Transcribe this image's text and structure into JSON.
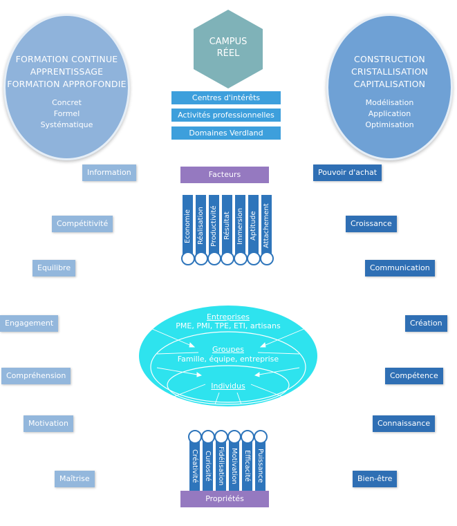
{
  "left_circle": {
    "lines": [
      "FORMATION CONTINUE",
      "APPRENTISSAGE",
      "FORMATION APPROFONDIE"
    ],
    "sub": [
      "Concret",
      "Formel",
      "Systématique"
    ]
  },
  "right_circle": {
    "lines": [
      "CONSTRUCTION",
      "CRISTALLISATION",
      "CAPITALISATION"
    ],
    "sub": [
      "Modélisation",
      "Application",
      "Optimisation"
    ]
  },
  "campus": {
    "line1": "CAMPUS",
    "line2": "RÉEL"
  },
  "center_bars": [
    "Centres d'intérêts",
    "Activités professionnelles",
    "Domaines Verdland"
  ],
  "facteurs": {
    "label": "Facteurs",
    "items": [
      "Economie",
      "Réalisation",
      "Productivité",
      "Résultat",
      "Immersion",
      "Aptitude",
      "Attachement"
    ]
  },
  "proprietes": {
    "label": "Propriétés",
    "items": [
      "Créativité",
      "Curiosité",
      "Fidélisation",
      "Motivation",
      "Efficacité",
      "Puissance"
    ]
  },
  "ellipse": {
    "outer_title": "Entreprises",
    "outer_sub": "PME, PMI, TPE, ETI, artisans",
    "middle_title": "Groupes",
    "middle_sub": "Famille, équipe, entreprise",
    "inner_title": "Individus"
  },
  "left_tags": [
    "Information",
    "Compétitivité",
    "Equilibre",
    "Engagement",
    "Compréhension",
    "Motivation",
    "Maîtrise"
  ],
  "right_tags": [
    "Pouvoir d'achat",
    "Croissance",
    "Communication",
    "Création",
    "Compétence",
    "Connaissance",
    "Bien-être"
  ],
  "colors": {
    "circle_fill": "#8fb3db",
    "circle_right": "#6fa1d5",
    "hex": "#7fb2b8",
    "bar": "#3d9fdc",
    "purple": "#9579c0",
    "column": "#2e75bb",
    "ellipse": "#2ee3ee"
  }
}
